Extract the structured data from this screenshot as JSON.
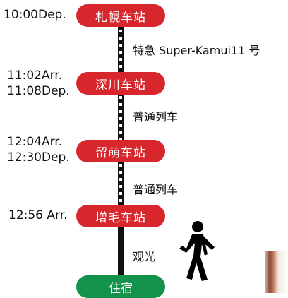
{
  "stops": [
    {
      "name": "札幌车站",
      "time_lines": [
        "10:00Dep."
      ]
    },
    {
      "name": "深川车站",
      "time_lines": [
        "11:02Arr.",
        "11:08Dep."
      ]
    },
    {
      "name": "留萌车站",
      "time_lines": [
        "12:04Arr.",
        "12:30Dep."
      ]
    },
    {
      "name": "增毛车站",
      "time_lines": [
        "12:56 Arr."
      ]
    }
  ],
  "segments": [
    {
      "label": "特急 Super-Kamui11 号"
    },
    {
      "label": "普通列车"
    },
    {
      "label": "普通列车"
    },
    {
      "label": "观光"
    }
  ],
  "destination": {
    "name": "住宿"
  },
  "colors": {
    "station": "#d8262d",
    "destination": "#12924b",
    "line": "#111111"
  },
  "icons": {
    "walker": "walking-person-icon"
  }
}
